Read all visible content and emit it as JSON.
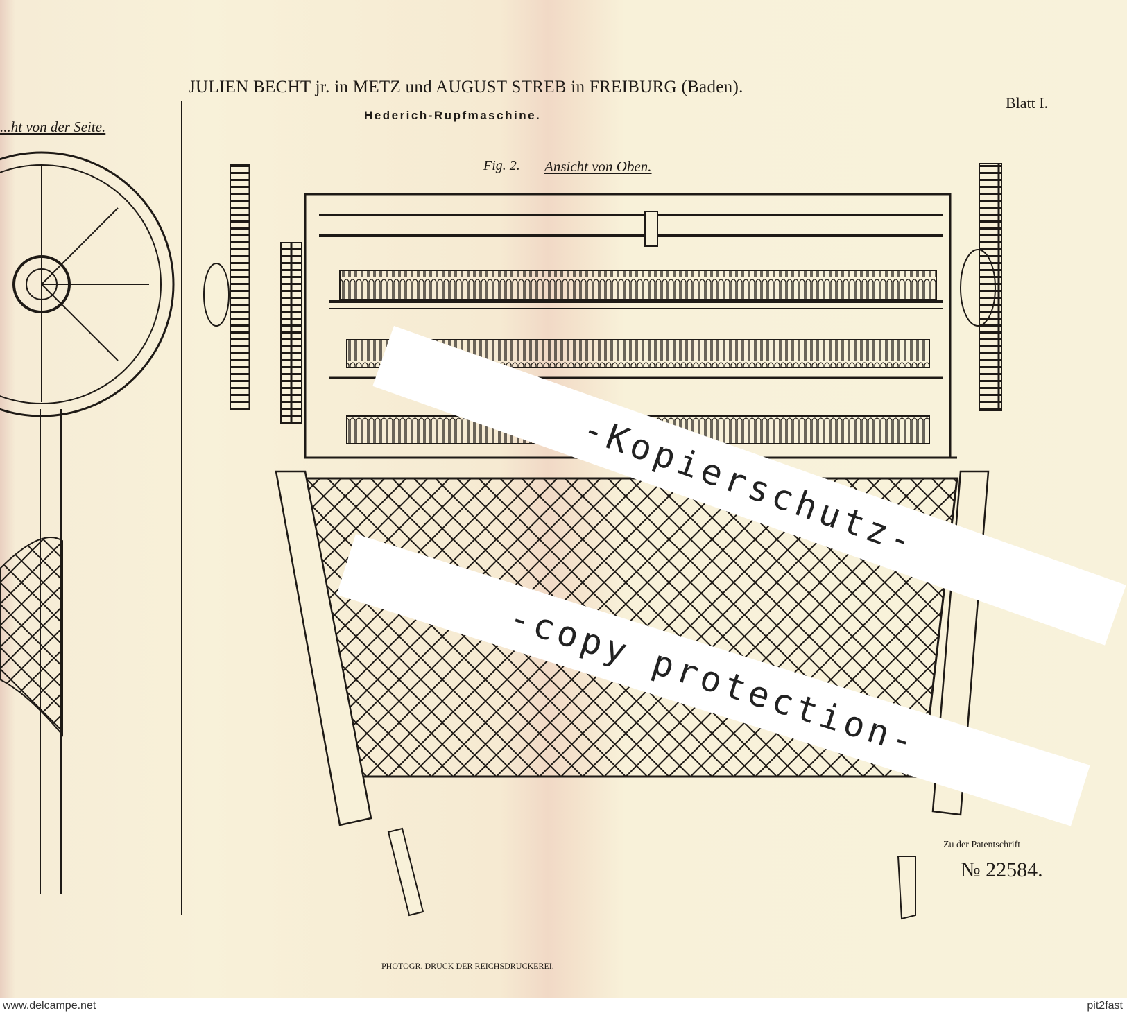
{
  "header": {
    "title": "JULIEN BECHT jr. in METZ und AUGUST STREB in FREIBURG (Baden).",
    "subtitle": "Hederich-Rupfmaschine.",
    "sheet": "Blatt I."
  },
  "figure": {
    "label": "Fig. 2.",
    "caption": "Ansicht von Oben.",
    "side_caption": "...ht von der Seite."
  },
  "patent": {
    "reference": "Zu der Patentschrift",
    "number": "№ 22584."
  },
  "printer": "PHOTOGR. DRUCK DER REICHSDRUCKEREI.",
  "watermark": {
    "line1": "-Kopierschutz-",
    "line2": "-copy protection-"
  },
  "footer": {
    "left": "www.delcampe.net",
    "right": "pit2fast"
  },
  "colors": {
    "paper": "#f8f1d9",
    "ink": "#1e1a16"
  }
}
